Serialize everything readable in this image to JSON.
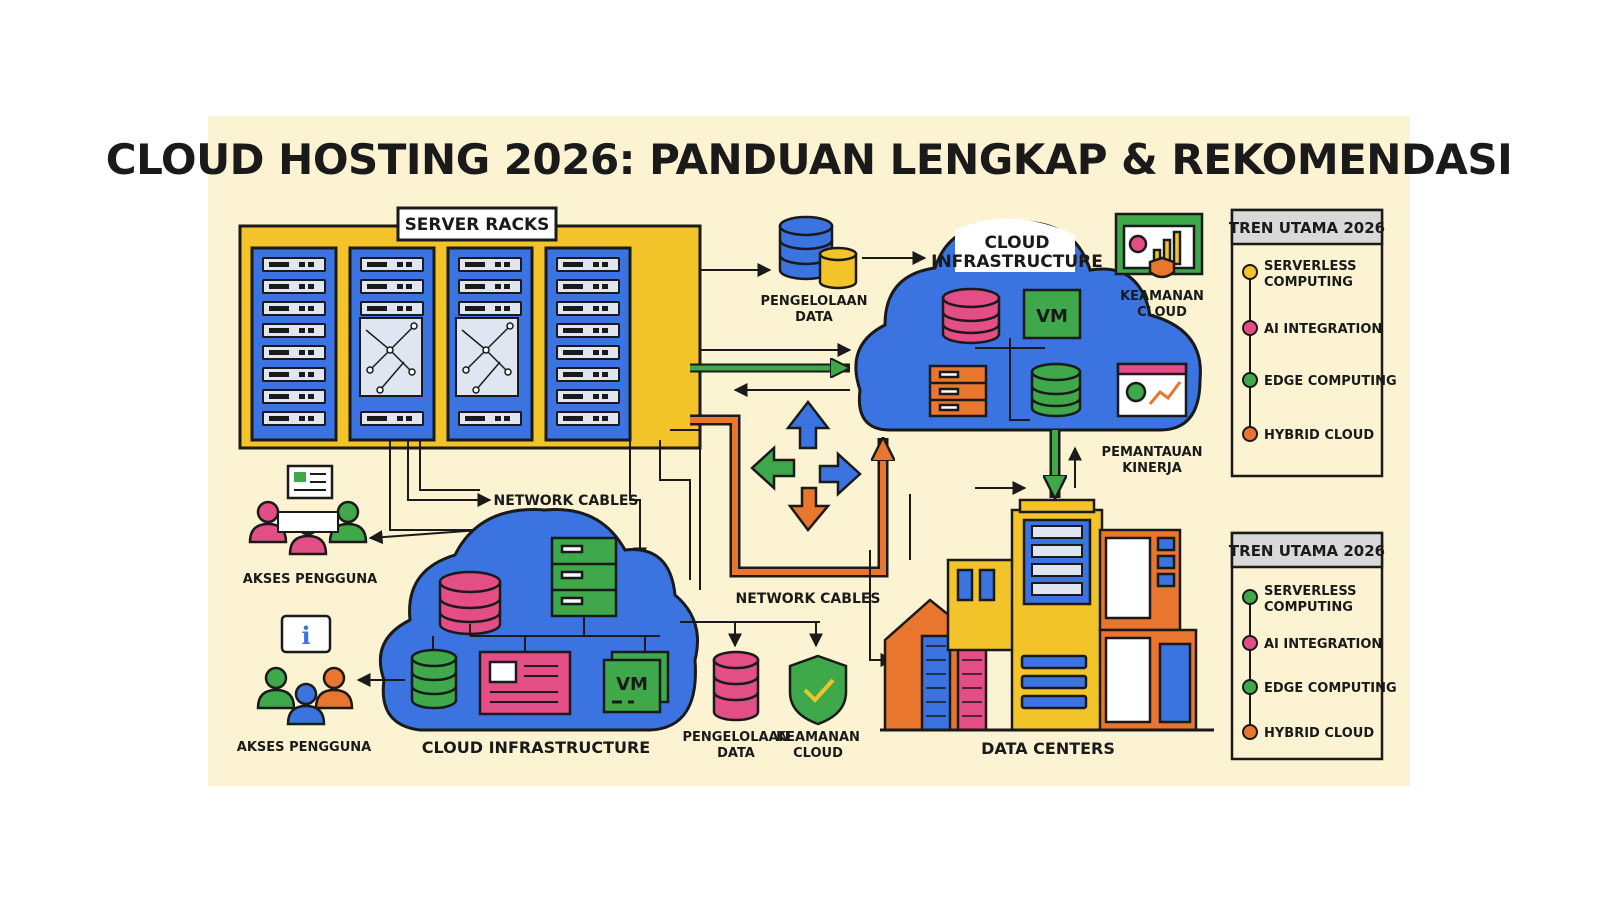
{
  "colors": {
    "background": "#FBF3D2",
    "blue": "#3B74E0",
    "yellow": "#F2C42A",
    "green": "#3EA84B",
    "pink": "#E34E86",
    "orange": "#E8762F",
    "outline": "#1A1A1A"
  },
  "title": "CLOUD HOSTING 2026: PANDUAN LENGKAP & REKOMENDASI",
  "server_racks": {
    "label": "SERVER RACKS"
  },
  "top_cloud": {
    "label_line1": "CLOUD",
    "label_line2": "INFRASTRUCTURE",
    "vm": "VM"
  },
  "data_management_top": {
    "line1": "PENGELOLAAN",
    "line2": "DATA"
  },
  "cloud_security_top": {
    "line1": "KEAMANAN",
    "line2": "CLOUD"
  },
  "performance_monitoring": {
    "line1": "PEMANTAUAN",
    "line2": "KINERJA"
  },
  "network_cables_1": "NETWORK CABLES",
  "network_cables_2": "NETWORK CABLES",
  "user_access_1": "AKSES PENGGUNA",
  "user_access_2": "AKSES PENGGUNA",
  "bottom_cloud": {
    "label": "CLOUD INFRASTRUCTURE",
    "vm": "VM"
  },
  "data_management_bottom": {
    "line1": "PENGELOLAAN",
    "line2": "DATA"
  },
  "cloud_security_bottom": {
    "line1": "KEAMANAN",
    "line2": "CLOUD"
  },
  "data_centers": "DATA CENTERS",
  "info_icon": "i",
  "trends_panels": [
    {
      "title": "TREN UTAMA 2026",
      "items": [
        {
          "line1": "SERVERLESS",
          "line2": "COMPUTING",
          "color": "#F2C42A"
        },
        {
          "line1": "AI INTEGRATION",
          "line2": "",
          "color": "#E34E86"
        },
        {
          "line1": "EDGE COMPUTING",
          "line2": "",
          "color": "#3EA84B"
        },
        {
          "line1": "HYBRID CLOUD",
          "line2": "",
          "color": "#E8762F"
        }
      ]
    },
    {
      "title": "TREN UTAMA 2026",
      "items": [
        {
          "line1": "SERVERLESS",
          "line2": "COMPUTING",
          "color": "#3EA84B"
        },
        {
          "line1": "AI INTEGRATION",
          "line2": "",
          "color": "#E34E86"
        },
        {
          "line1": "EDGE COMPUTING",
          "line2": "",
          "color": "#3EA84B"
        },
        {
          "line1": "HYBRID CLOUD",
          "line2": "",
          "color": "#E8762F"
        }
      ]
    }
  ]
}
